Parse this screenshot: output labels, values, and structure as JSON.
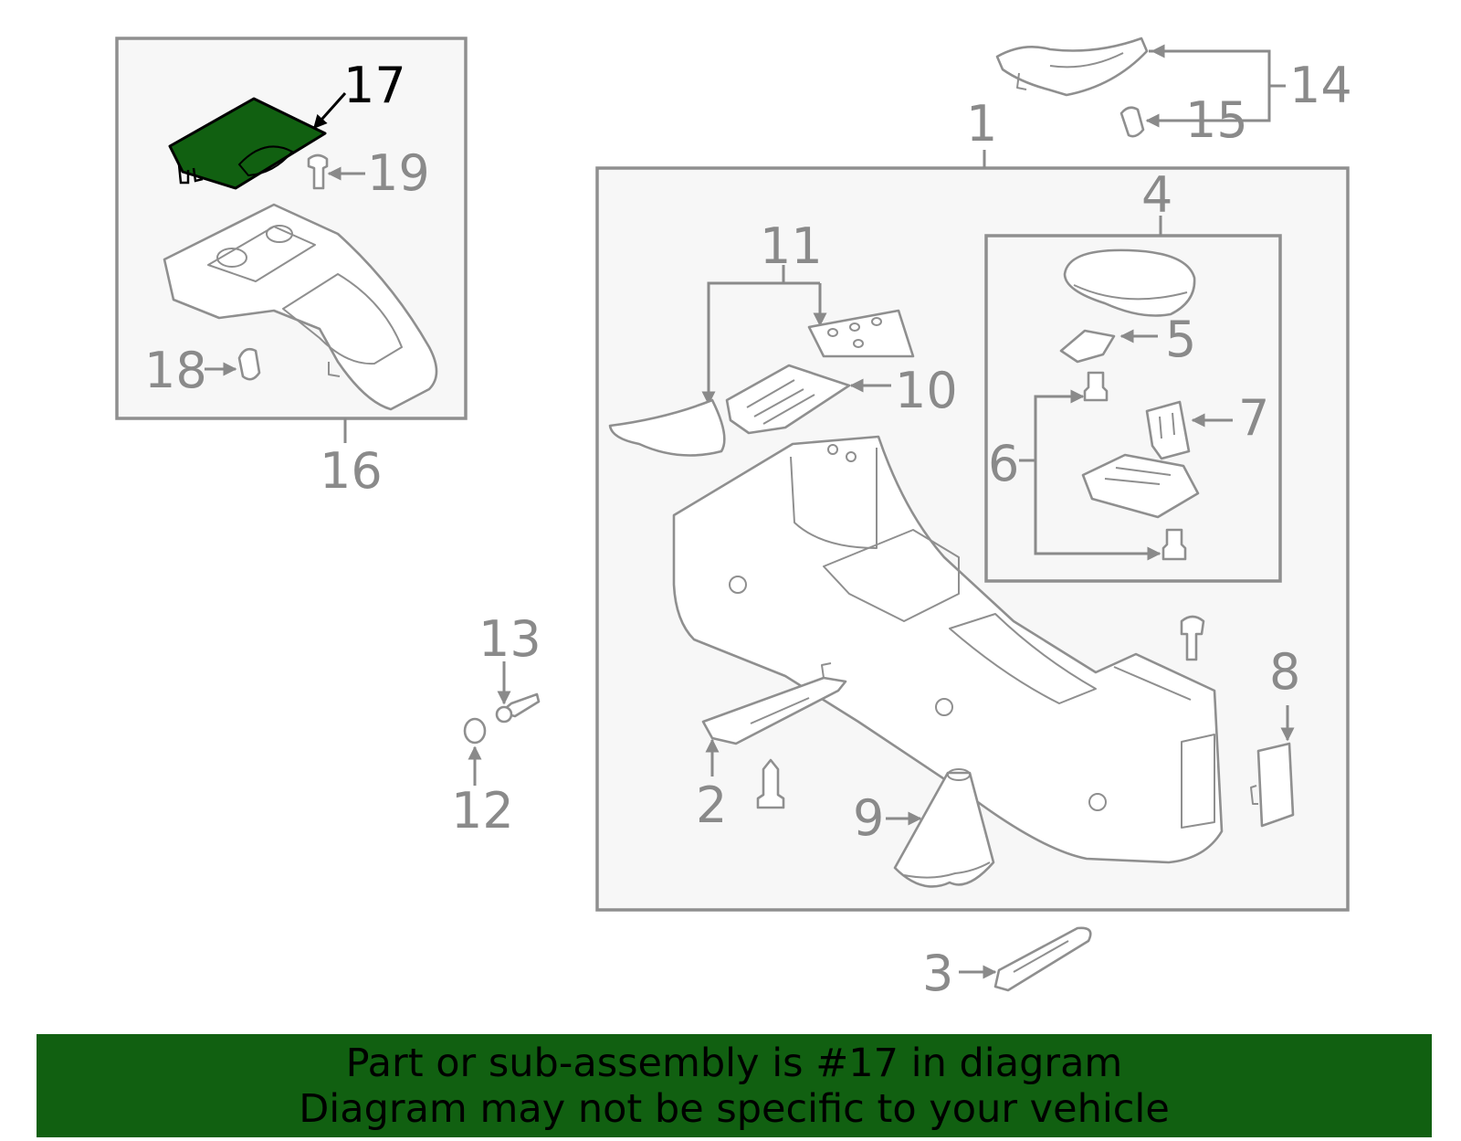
{
  "labels": {
    "n1": "1",
    "n2": "2",
    "n3": "3",
    "n4": "4",
    "n5": "5",
    "n6": "6",
    "n7": "7",
    "n8": "8",
    "n9": "9",
    "n10": "10",
    "n11": "11",
    "n12": "12",
    "n13": "13",
    "n14": "14",
    "n15": "15",
    "n16": "16",
    "n17": "17",
    "n18": "18",
    "n19": "19"
  },
  "highlight": {
    "part_number": "17",
    "fill_color": "#116011"
  },
  "colors": {
    "line": "#8f8f8f",
    "box_fill": "#f7f7f7",
    "banner": "#116011"
  },
  "banner": {
    "line1": "Part or sub-assembly is #17 in diagram",
    "line2": "Diagram may not be specific to your vehicle"
  }
}
